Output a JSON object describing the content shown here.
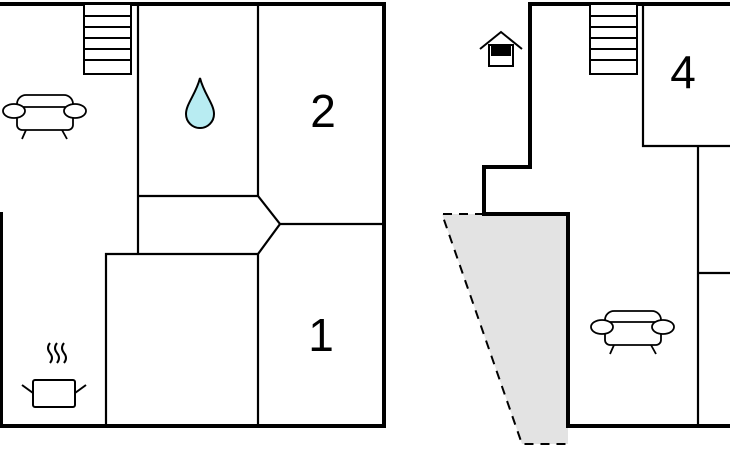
{
  "floorplan": {
    "rooms": [
      {
        "id": "room-2",
        "label": "2"
      },
      {
        "id": "room-1",
        "label": "1"
      },
      {
        "id": "room-4",
        "label": "4"
      }
    ],
    "icons": [
      "stairs-icon",
      "sofa-icon",
      "water-drop-icon",
      "cooking-pot-icon",
      "house-icon",
      "stairs-icon",
      "sofa-icon"
    ],
    "colors": {
      "wall": "#000000",
      "water_drop": "#b8ecf2",
      "terrace_fill": "#e3e3e3",
      "background": "#ffffff"
    }
  }
}
